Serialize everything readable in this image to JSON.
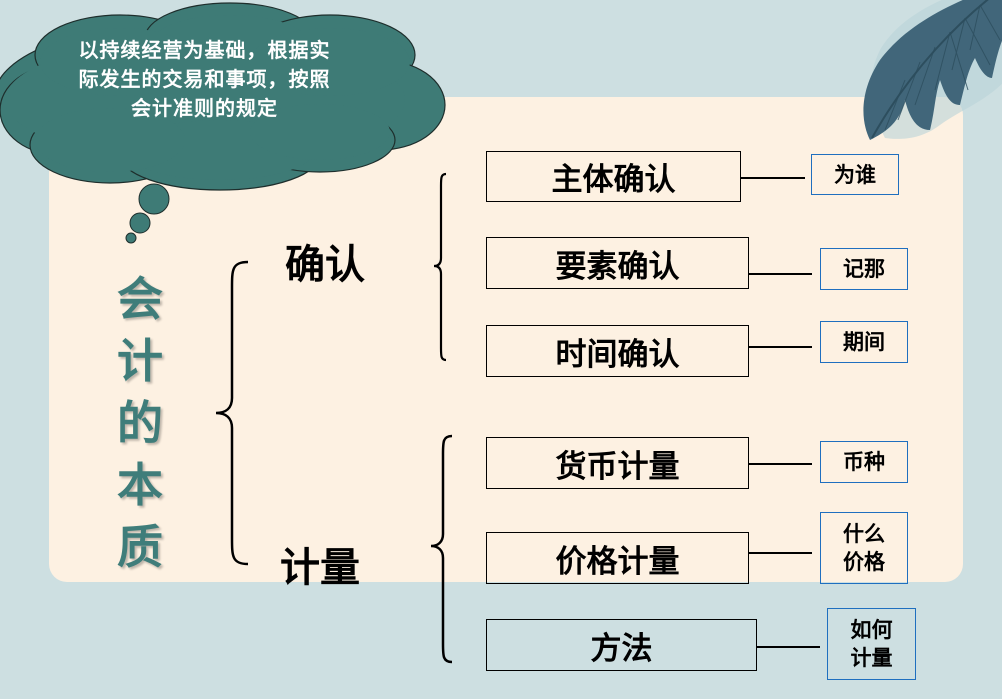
{
  "title": "会计的本质",
  "thought_bubble": {
    "text": "以持续经营为基础，根据实际发生的交易和事项，按照会计准则的规定"
  },
  "categories": [
    {
      "label": "确认",
      "items": [
        {
          "label": "主体确认",
          "note": "为谁"
        },
        {
          "label": "要素确认",
          "note": "记那"
        },
        {
          "label": "时间确认",
          "note": "期间"
        }
      ]
    },
    {
      "label": "计量",
      "items": [
        {
          "label": "货币计量",
          "note": "币种"
        },
        {
          "label": "价格计量",
          "note": "什么价格"
        },
        {
          "label": "方法",
          "note": "如何计量"
        }
      ]
    }
  ],
  "colors": {
    "background": "#cddfe1",
    "panel": "#fdf1e2",
    "bubble": "#3e7b76",
    "title": "#3f7d7a",
    "leaf": "#41667a",
    "tag_border": "#1f6fbf"
  }
}
